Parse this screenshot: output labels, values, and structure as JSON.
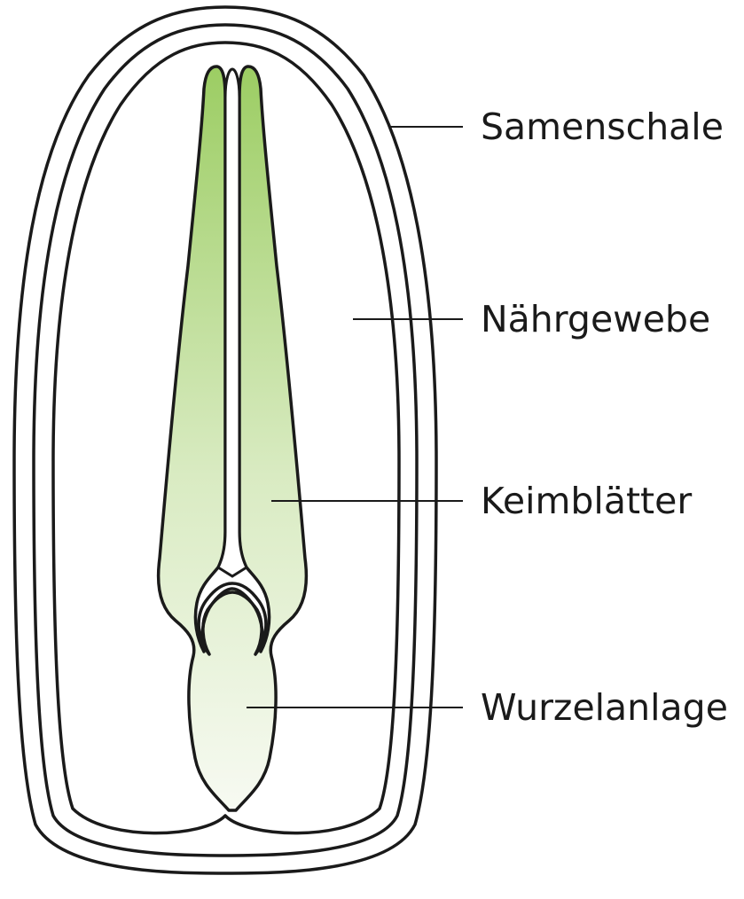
{
  "labels": {
    "seed_coat": "Samenschale",
    "endosperm": "Nährgewebe",
    "cotyledons": "Keimblätter",
    "radicle": "Wurzelanlage"
  },
  "colors": {
    "outline": "#1a1a1a",
    "cotyledon_green": "#9ccd63",
    "embryo_pale": "#f5f9ef",
    "background": "#ffffff"
  }
}
